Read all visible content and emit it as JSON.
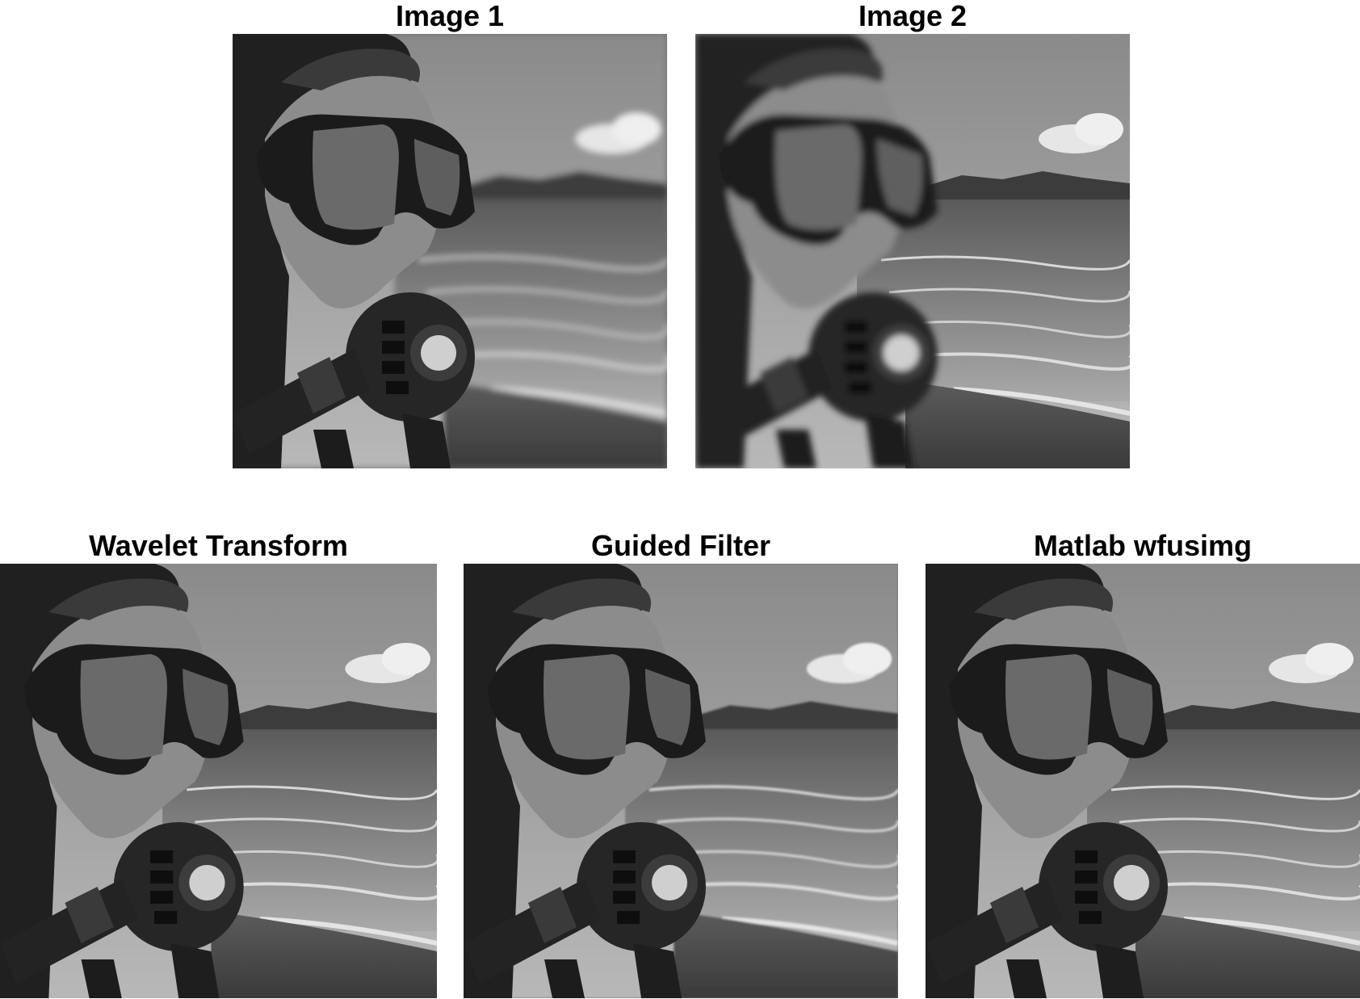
{
  "panels": [
    {
      "title": "Image 1",
      "focus": "foreground"
    },
    {
      "title": "Image 2",
      "focus": "background"
    },
    {
      "title": "Wavelet Transform",
      "focus": "fused"
    },
    {
      "title": "Guided Filter",
      "focus": "fused"
    },
    {
      "title": "Matlab wfusimg",
      "focus": "fused"
    }
  ],
  "icons": {
    "photo": "diver-photo-icon"
  }
}
